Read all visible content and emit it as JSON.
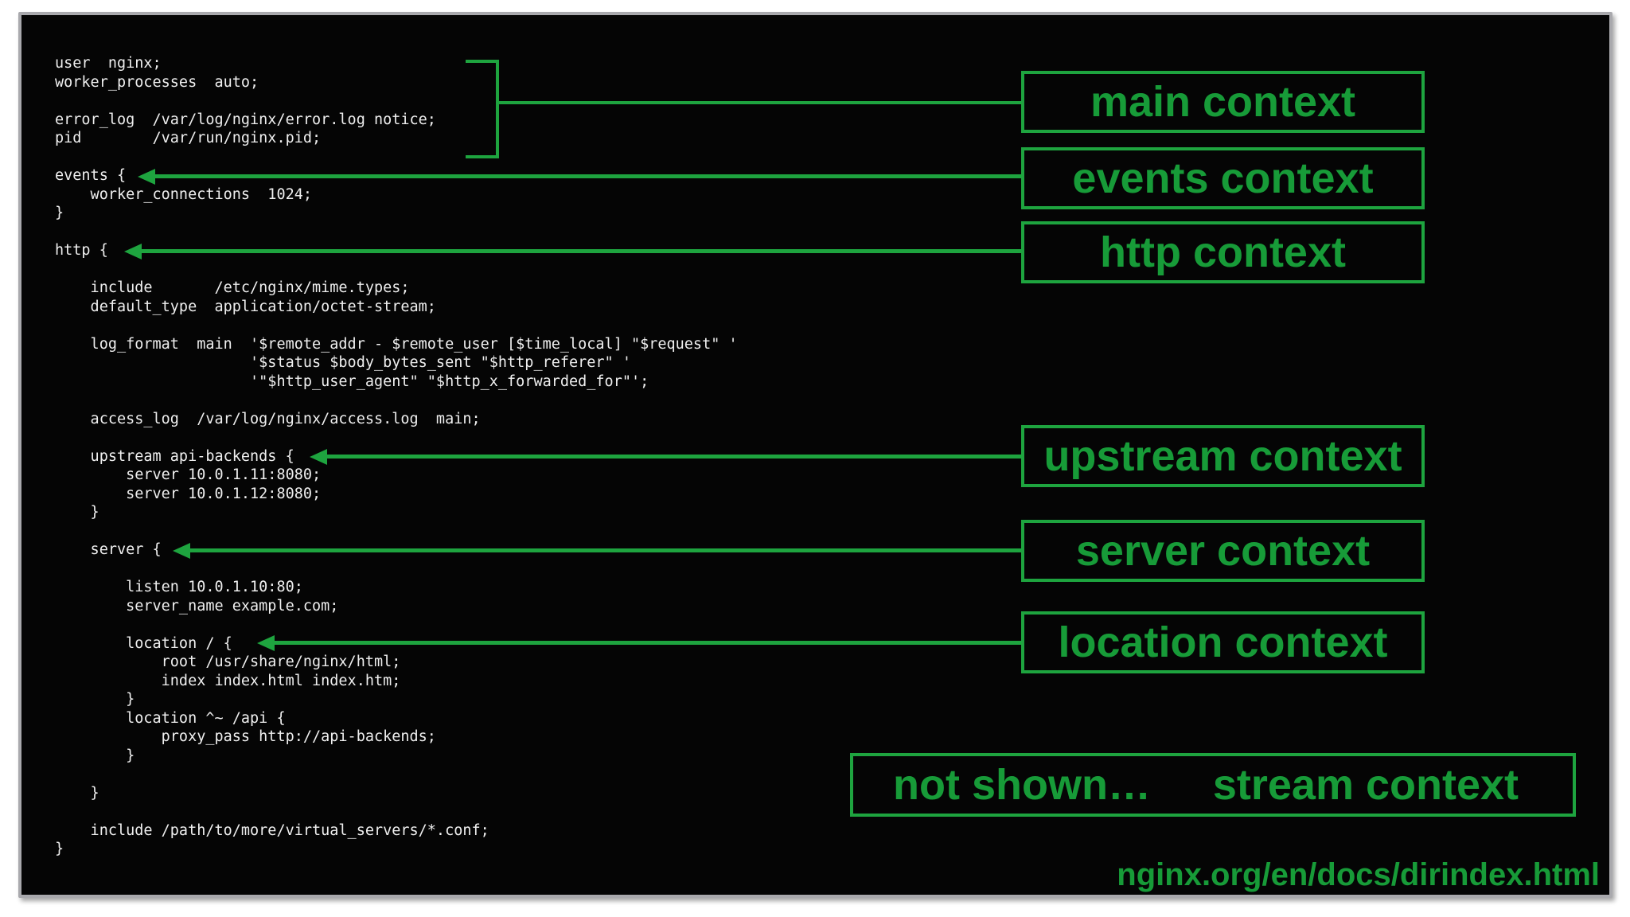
{
  "colors": {
    "page_bg": "#ffffff",
    "canvas_bg": "#050505",
    "frame_border": "#a9a9ad",
    "line_green": "#1ea43f",
    "label_green": "#179b38",
    "code_white": "#efefef"
  },
  "code": {
    "text": "user  nginx;\nworker_processes  auto;\n\nerror_log  /var/log/nginx/error.log notice;\npid        /var/run/nginx.pid;\n\nevents {\n    worker_connections  1024;\n}\n\nhttp {\n\n    include       /etc/nginx/mime.types;\n    default_type  application/octet-stream;\n\n    log_format  main  '$remote_addr - $remote_user [$time_local] \"$request\" '\n                      '$status $body_bytes_sent \"$http_referer\" '\n                      '\"$http_user_agent\" \"$http_x_forwarded_for\"';\n\n    access_log  /var/log/nginx/access.log  main;\n\n    upstream api-backends {\n        server 10.0.1.11:8080;\n        server 10.0.1.12:8080;\n    }\n\n    server {\n\n        listen 10.0.1.10:80;\n        server_name example.com;\n\n        location / {\n            root /usr/share/nginx/html;\n            index index.html index.htm;\n        }\n        location ^~ /api {\n            proxy_pass http://api-backends;\n        }\n\n    }\n\n    include /path/to/more/virtual_servers/*.conf;\n}"
  },
  "labels": {
    "main": "main context",
    "events": "events context",
    "http": "http context",
    "upstream": "upstream context",
    "server": "server context",
    "location": "location context",
    "not_shown": "not shown…",
    "stream": "stream context"
  },
  "footer": {
    "url": "nginx.org/en/docs/dirindex.html"
  }
}
